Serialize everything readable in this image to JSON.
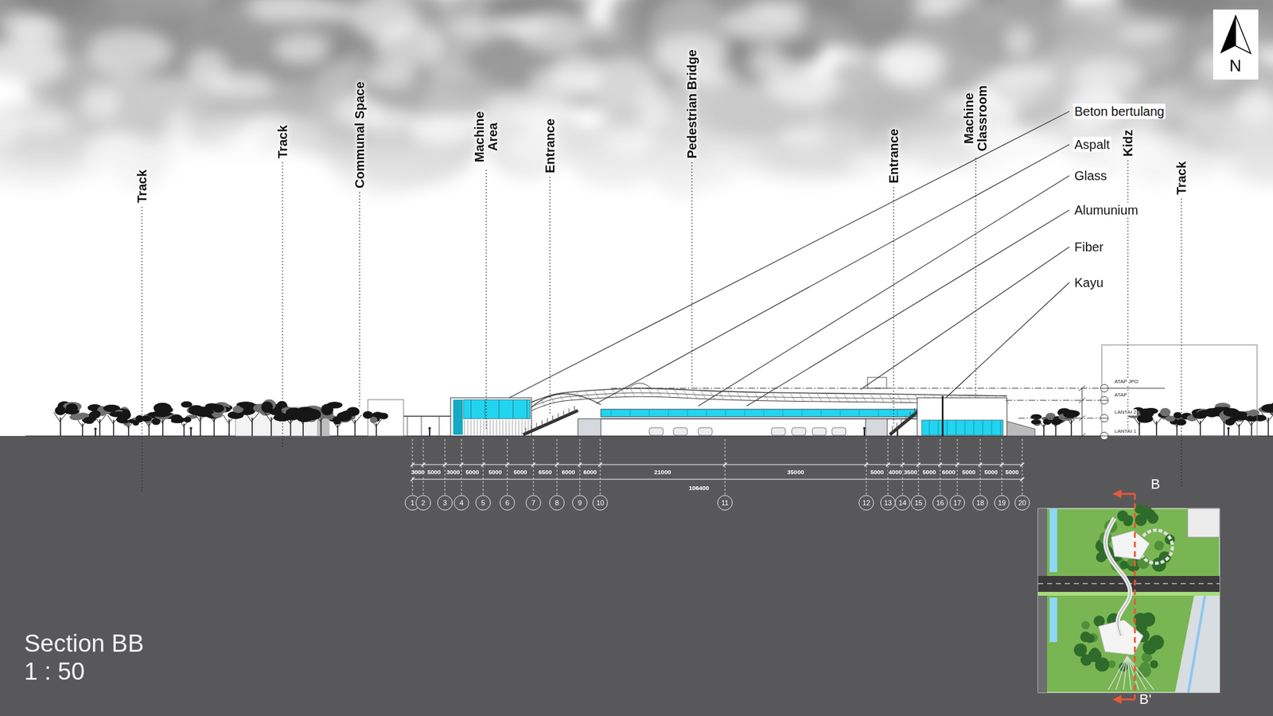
{
  "diagram": {
    "title": "Section BB",
    "caption": "1 : 50",
    "nodes": [
      {
        "text": [
          "1"
        ]
      },
      {
        "text": [
          "2"
        ]
      },
      {
        "text": [
          "3"
        ]
      },
      {
        "text": [
          "4"
        ]
      },
      {
        "text": [
          "5"
        ]
      },
      {
        "text": [
          "6"
        ]
      },
      {
        "text": [
          "7"
        ]
      },
      {
        "text": [
          "8"
        ]
      },
      {
        "text": [
          "9"
        ]
      },
      {
        "text": [
          "10"
        ]
      },
      {
        "text": [
          "11"
        ]
      },
      {
        "text": [
          "12"
        ]
      },
      {
        "text": [
          "13"
        ]
      },
      {
        "text": [
          "14"
        ]
      },
      {
        "text": [
          "15"
        ]
      },
      {
        "text": [
          "16"
        ]
      },
      {
        "text": [
          "17"
        ]
      },
      {
        "text": [
          "18"
        ]
      },
      {
        "text": [
          "19"
        ]
      },
      {
        "text": [
          "20"
        ]
      }
    ],
    "labels": [
      "Track",
      "Track",
      "Communal Space",
      "Machine Area",
      "Entrance",
      "Pedestrian Bridge",
      "Entrance",
      "Machine Classroom",
      "Kidz",
      "Track",
      "Beton bertulang",
      "Aspalt",
      "Glass",
      "Alumunium",
      "Fiber",
      "Kayu",
      "N",
      "ATAP JPO",
      "ATAP",
      "LANTAI 2",
      "LANTAI 1",
      "3000",
      "5000",
      "3000",
      "5000",
      "5000",
      "5000",
      "6500",
      "6000",
      "6000",
      "21000",
      "35000",
      "5000",
      "4000",
      "3500",
      "5000",
      "6000",
      "5000",
      "5000",
      "5000",
      "106400",
      "B",
      "B'"
    ]
  }
}
